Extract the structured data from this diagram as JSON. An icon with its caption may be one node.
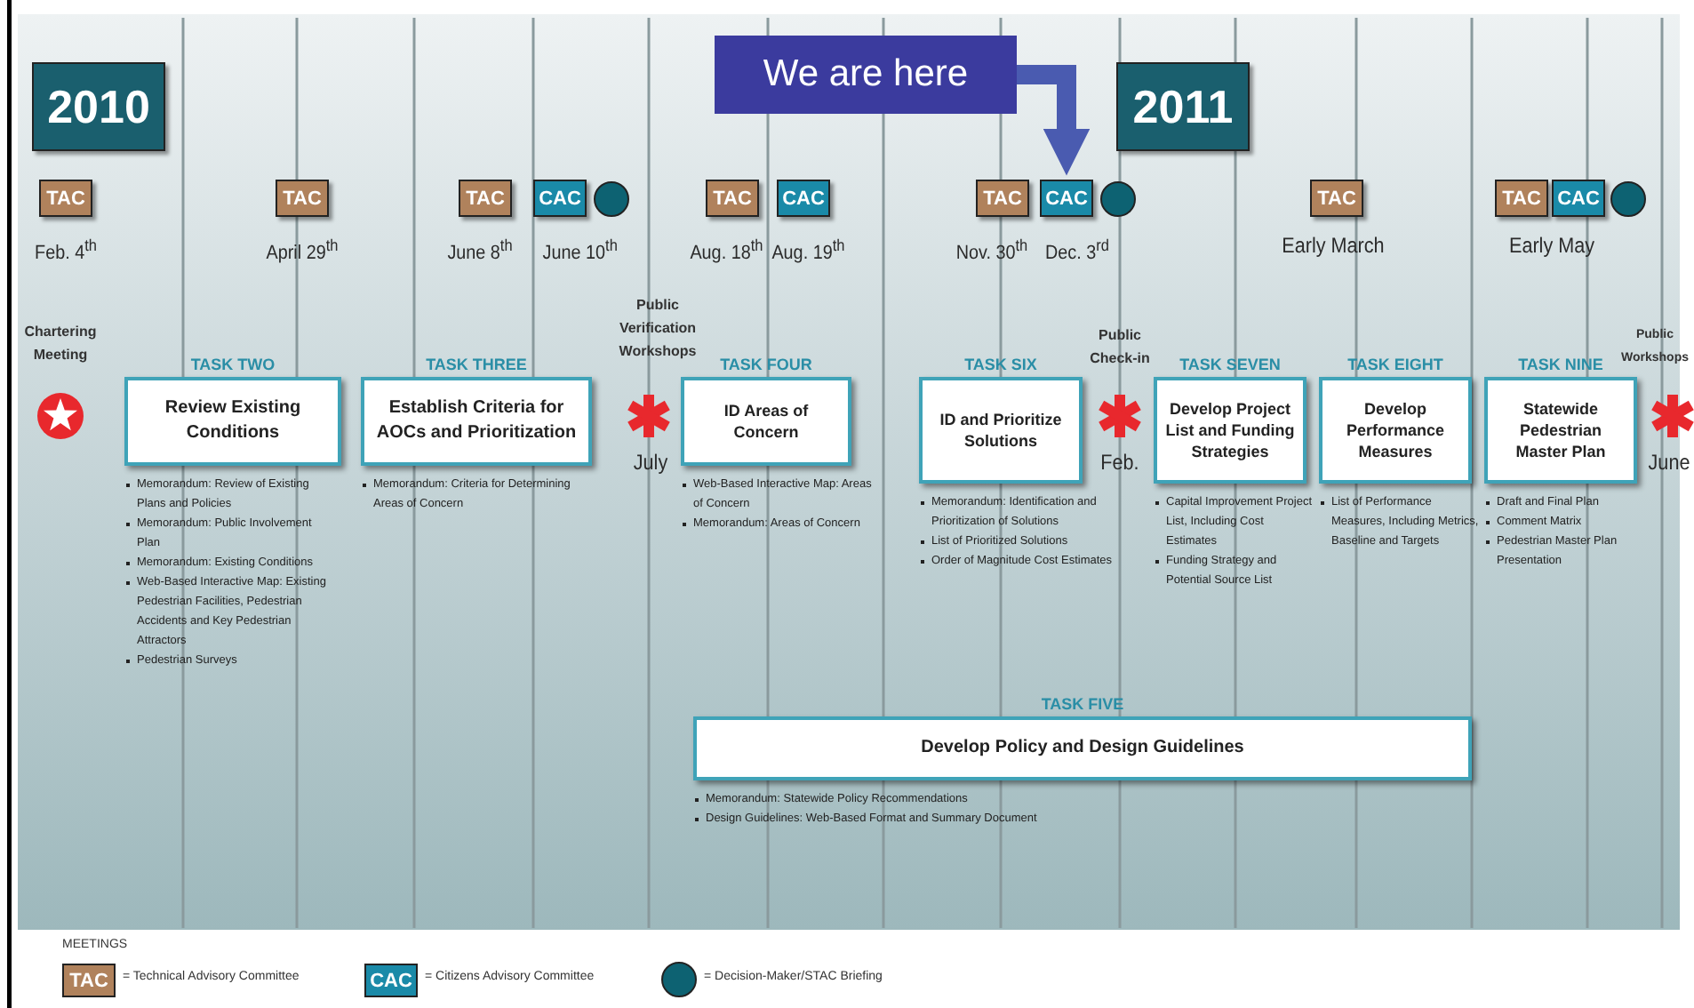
{
  "diagram": {
    "nodes": [
      {
        "text": [
          "2010"
        ]
      },
      {
        "text": [
          "We are here"
        ]
      },
      {
        "text": [
          "2011"
        ]
      },
      {
        "text": [
          "TAC"
        ]
      },
      {
        "text": [
          "TAC"
        ]
      },
      {
        "text": [
          "TAC"
        ]
      },
      {
        "text": [
          "CAC"
        ]
      },
      {
        "text": [],
        "shape": "circle"
      },
      {
        "text": [
          "TAC"
        ]
      },
      {
        "text": [
          "CAC"
        ]
      },
      {
        "text": [
          "TAC"
        ]
      },
      {
        "text": [
          "CAC"
        ]
      },
      {
        "text": [],
        "shape": "circle"
      },
      {
        "text": [
          "TAC"
        ]
      },
      {
        "text": [
          "TAC"
        ]
      },
      {
        "text": [
          "CAC"
        ]
      },
      {
        "text": [],
        "shape": "circle"
      },
      {
        "text": [
          "TASK TWO",
          "Review Existing Conditions"
        ],
        "beside": [
          "Memorandum: Review of Existing Plans and Policies",
          "Memorandum: Public Involvement Plan",
          "Memorandum: Existing Conditions",
          "Web-Based Interactive Map: Existing Pedestrian Facilities, Pedestrian Accidents and Key Pedestrian Attractors",
          "Pedestrian Surveys"
        ]
      },
      {
        "text": [
          "TASK THREE",
          "Establish Criteria for AOCs and Prioritization"
        ],
        "beside": [
          "Memorandum: Criteria for Determining Areas of Concern"
        ]
      },
      {
        "text": [
          "TASK FOUR",
          "ID Areas of Concern"
        ],
        "beside": [
          "Web-Based Interactive Map: Areas of Concern",
          "Memorandum: Areas of Concern"
        ]
      },
      {
        "text": [
          "TASK SIX",
          "ID and Prioritize Solutions"
        ],
        "beside": [
          "Memorandum: Identification and Prioritization of Solutions",
          "List of Prioritized Solutions",
          "Order of Magnitude Cost Estimates"
        ]
      },
      {
        "text": [
          "TASK SEVEN",
          "Develop Project List and Funding Strategies"
        ],
        "beside": [
          "Capital Improvement Project List, Including Cost Estimates",
          "Funding Strategy and Potential Source List"
        ]
      },
      {
        "text": [
          "TASK EIGHT",
          "Develop Performance Measures"
        ],
        "beside": [
          "List of Performance Measures, Including Metrics, Baseline and Targets"
        ]
      },
      {
        "text": [
          "TASK NINE",
          "Statewide Pedestrian Master Plan"
        ],
        "beside": [
          "Draft and Final Plan",
          "Comment Matrix",
          "Pedestrian Master Plan Presentation"
        ]
      },
      {
        "text": [
          "TASK FIVE",
          "Develop Policy and Design Guidelines"
        ],
        "beside": [
          "Memorandum: Statewide Policy Recommendations",
          "Design Guidelines: Web-Based Format and Summary Document"
        ]
      }
    ],
    "edges": [
      {
        "from": 1,
        "to": 11,
        "arrow": "to",
        "color": "#4a5bb0"
      }
    ],
    "labels": [
      "Feb. 4$^{th}$",
      "April 29$^{th}$",
      "June 8$^{th}$",
      "June 10$^{th}$",
      "Aug. 18$^{th}$",
      "Aug. 19$^{th}$",
      "Nov. 30$^{th}$",
      "Dec. 3$^{rd}$",
      "Early March",
      "Early May",
      "Chartering Meeting",
      "Public Verification Workshops",
      "Public Check-in",
      "Public Workshops",
      "July",
      "Feb.",
      "June",
      "MEETINGS",
      "TAC",
      "CAC"
    ],
    "legend": [
      {
        "text": "= Technical Advisory Committee",
        "color": "#b0825c"
      },
      {
        "text": "= Citizens Advisory Committee",
        "color": "#1a8aa8"
      },
      {
        "text": "= Decision-Maker/STAC Briefing",
        "color": "#0d6272"
      }
    ]
  }
}
